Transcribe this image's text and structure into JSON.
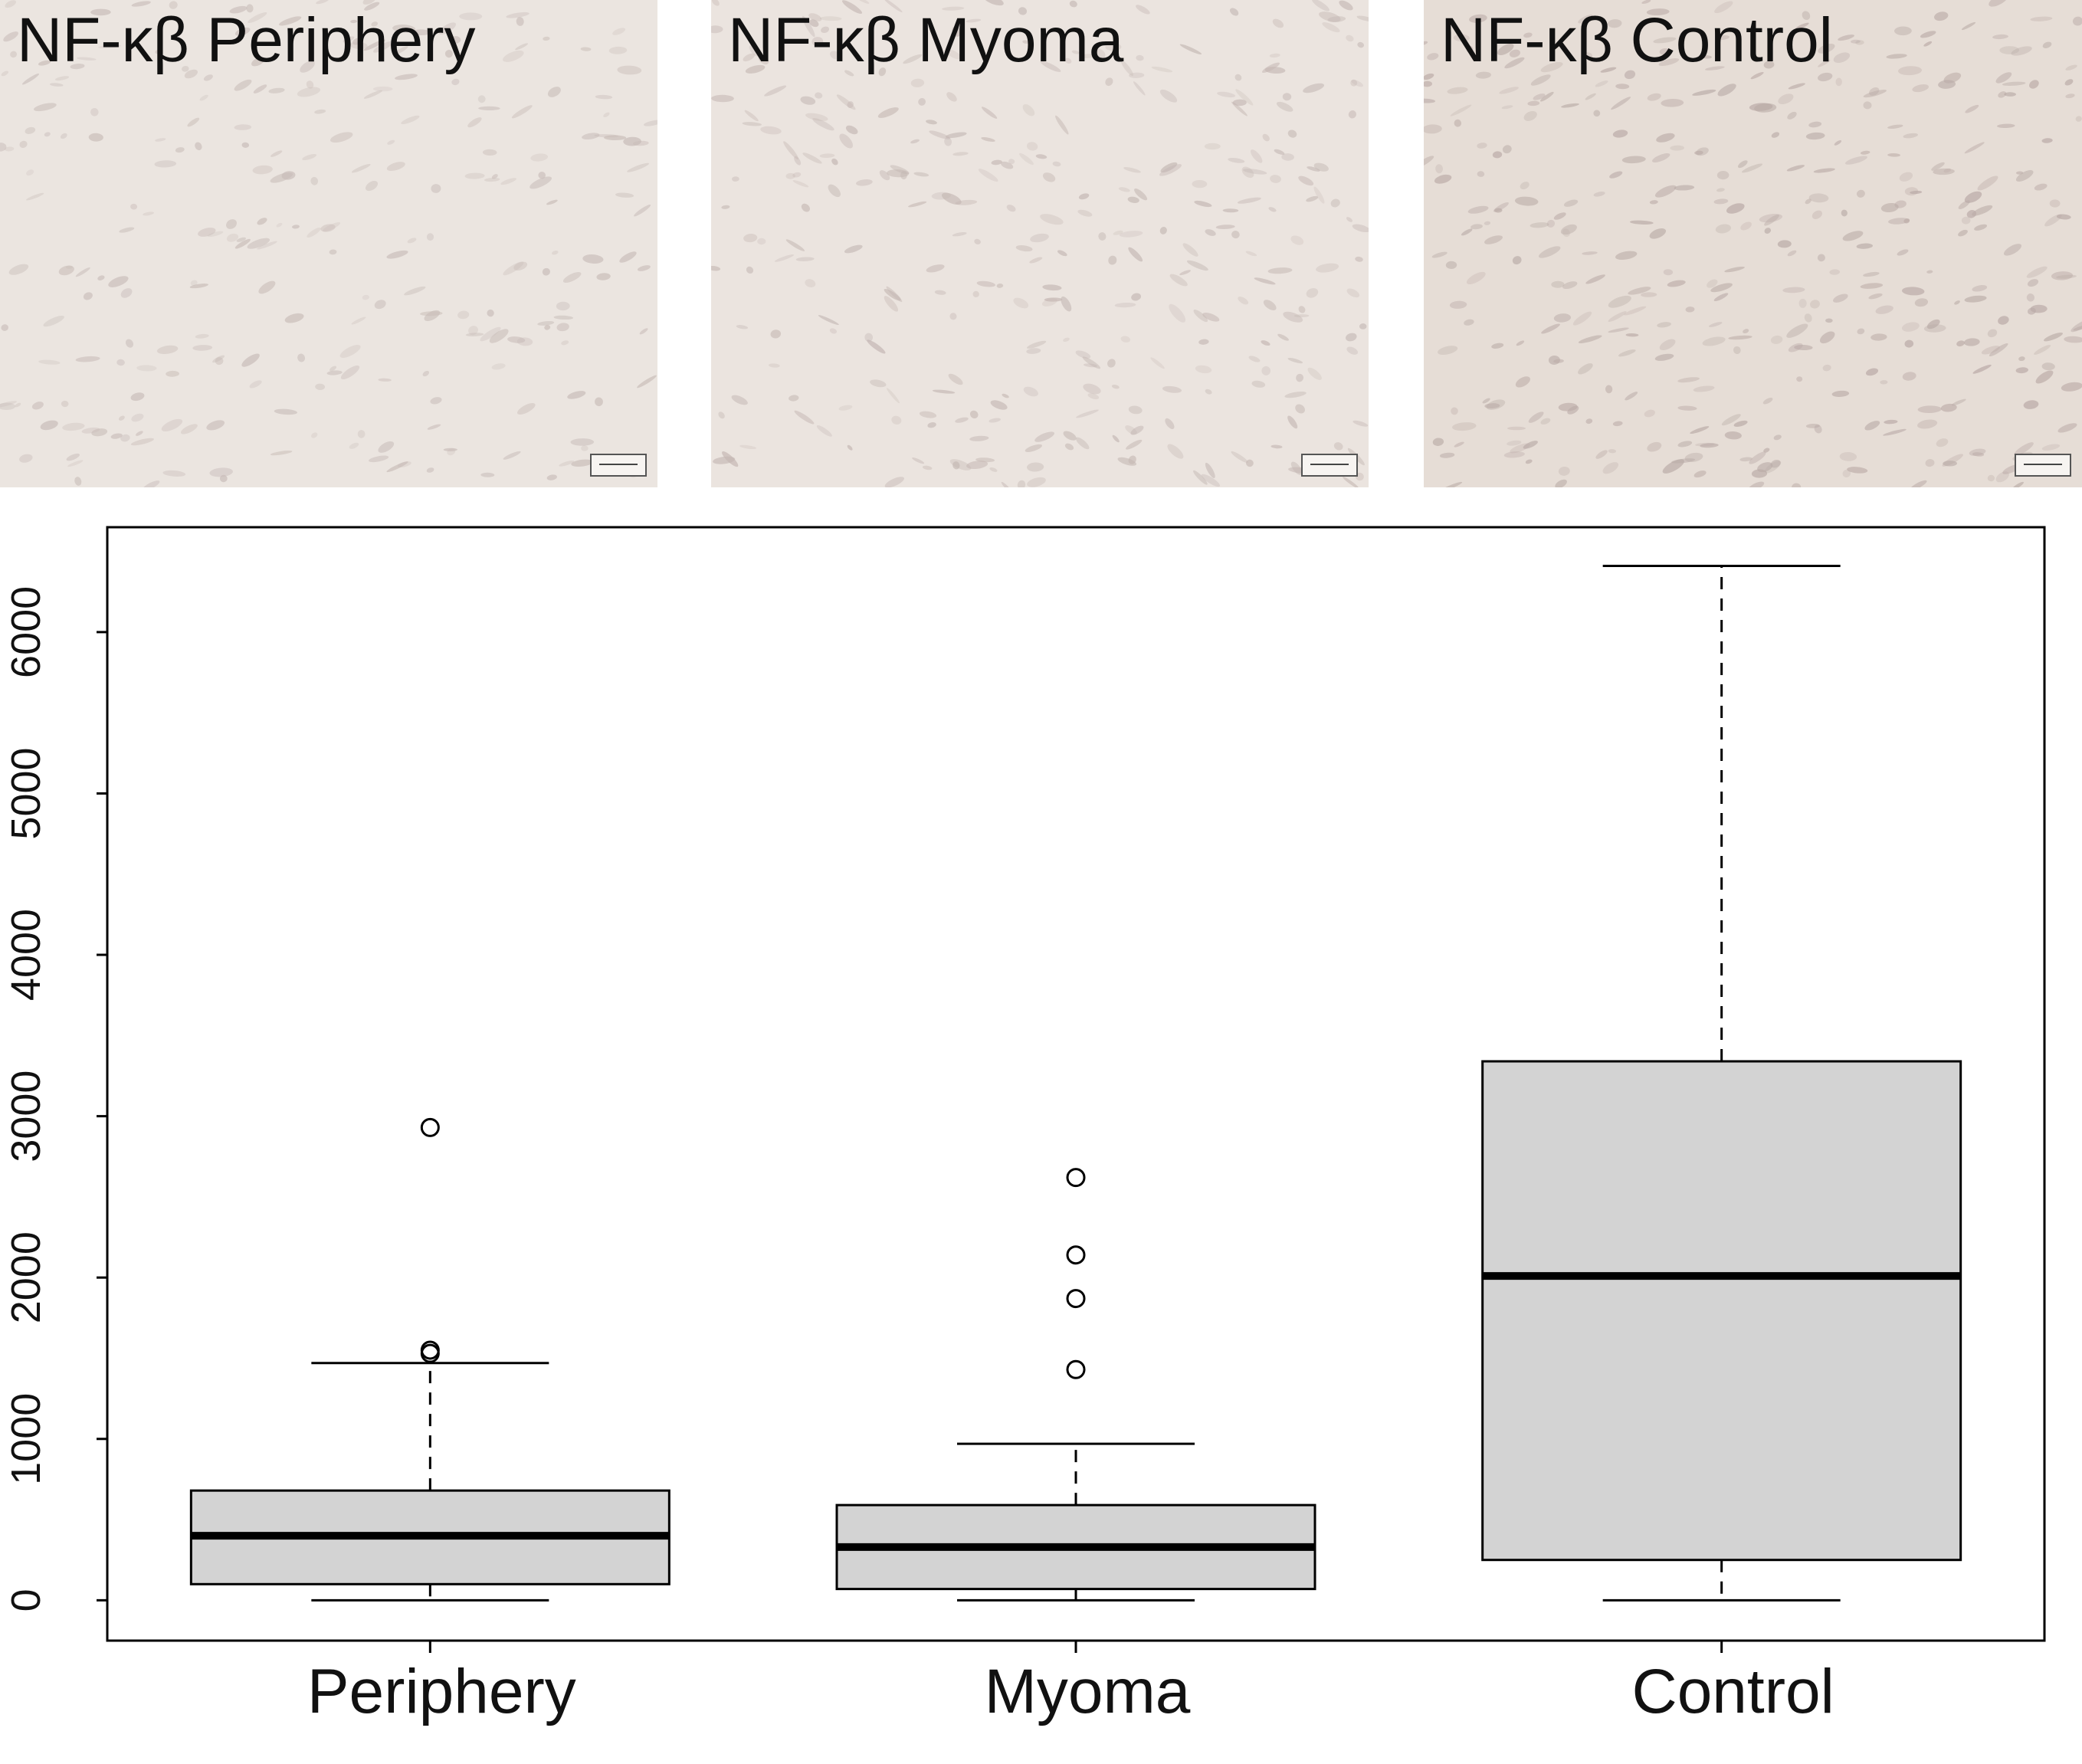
{
  "panels": [
    {
      "title": "NF-κβ Periphery",
      "tint": "#ebe5e0",
      "cell": "#c8bcb8"
    },
    {
      "title": "NF-κβ Myoma",
      "tint": "#ebe4df",
      "cell": "#c4b7b3"
    },
    {
      "title": "NF-κβ Control",
      "tint": "#e6ddd6",
      "cell": "#b9aaa6"
    }
  ],
  "colors": {
    "box_fill": "#d3d3d3",
    "line": "#000000"
  },
  "chart_data": {
    "type": "boxplot",
    "categories": [
      "Periphery",
      "Myoma",
      "Control"
    ],
    "ylim": [
      -250,
      6650
    ],
    "yticks": [
      0,
      1000,
      2000,
      3000,
      4000,
      5000,
      6000
    ],
    "boxes": [
      {
        "name": "Periphery",
        "whisker_low": 0,
        "q1": 100,
        "median": 400,
        "q3": 680,
        "whisker_high": 1470,
        "outliers": [
          1530,
          1550,
          2930
        ]
      },
      {
        "name": "Myoma",
        "whisker_low": 0,
        "q1": 70,
        "median": 330,
        "q3": 590,
        "whisker_high": 970,
        "outliers": [
          1430,
          1870,
          2140,
          2620
        ]
      },
      {
        "name": "Control",
        "whisker_low": 0,
        "q1": 250,
        "median": 2010,
        "q3": 3340,
        "whisker_high": 6410,
        "outliers": []
      }
    ]
  }
}
